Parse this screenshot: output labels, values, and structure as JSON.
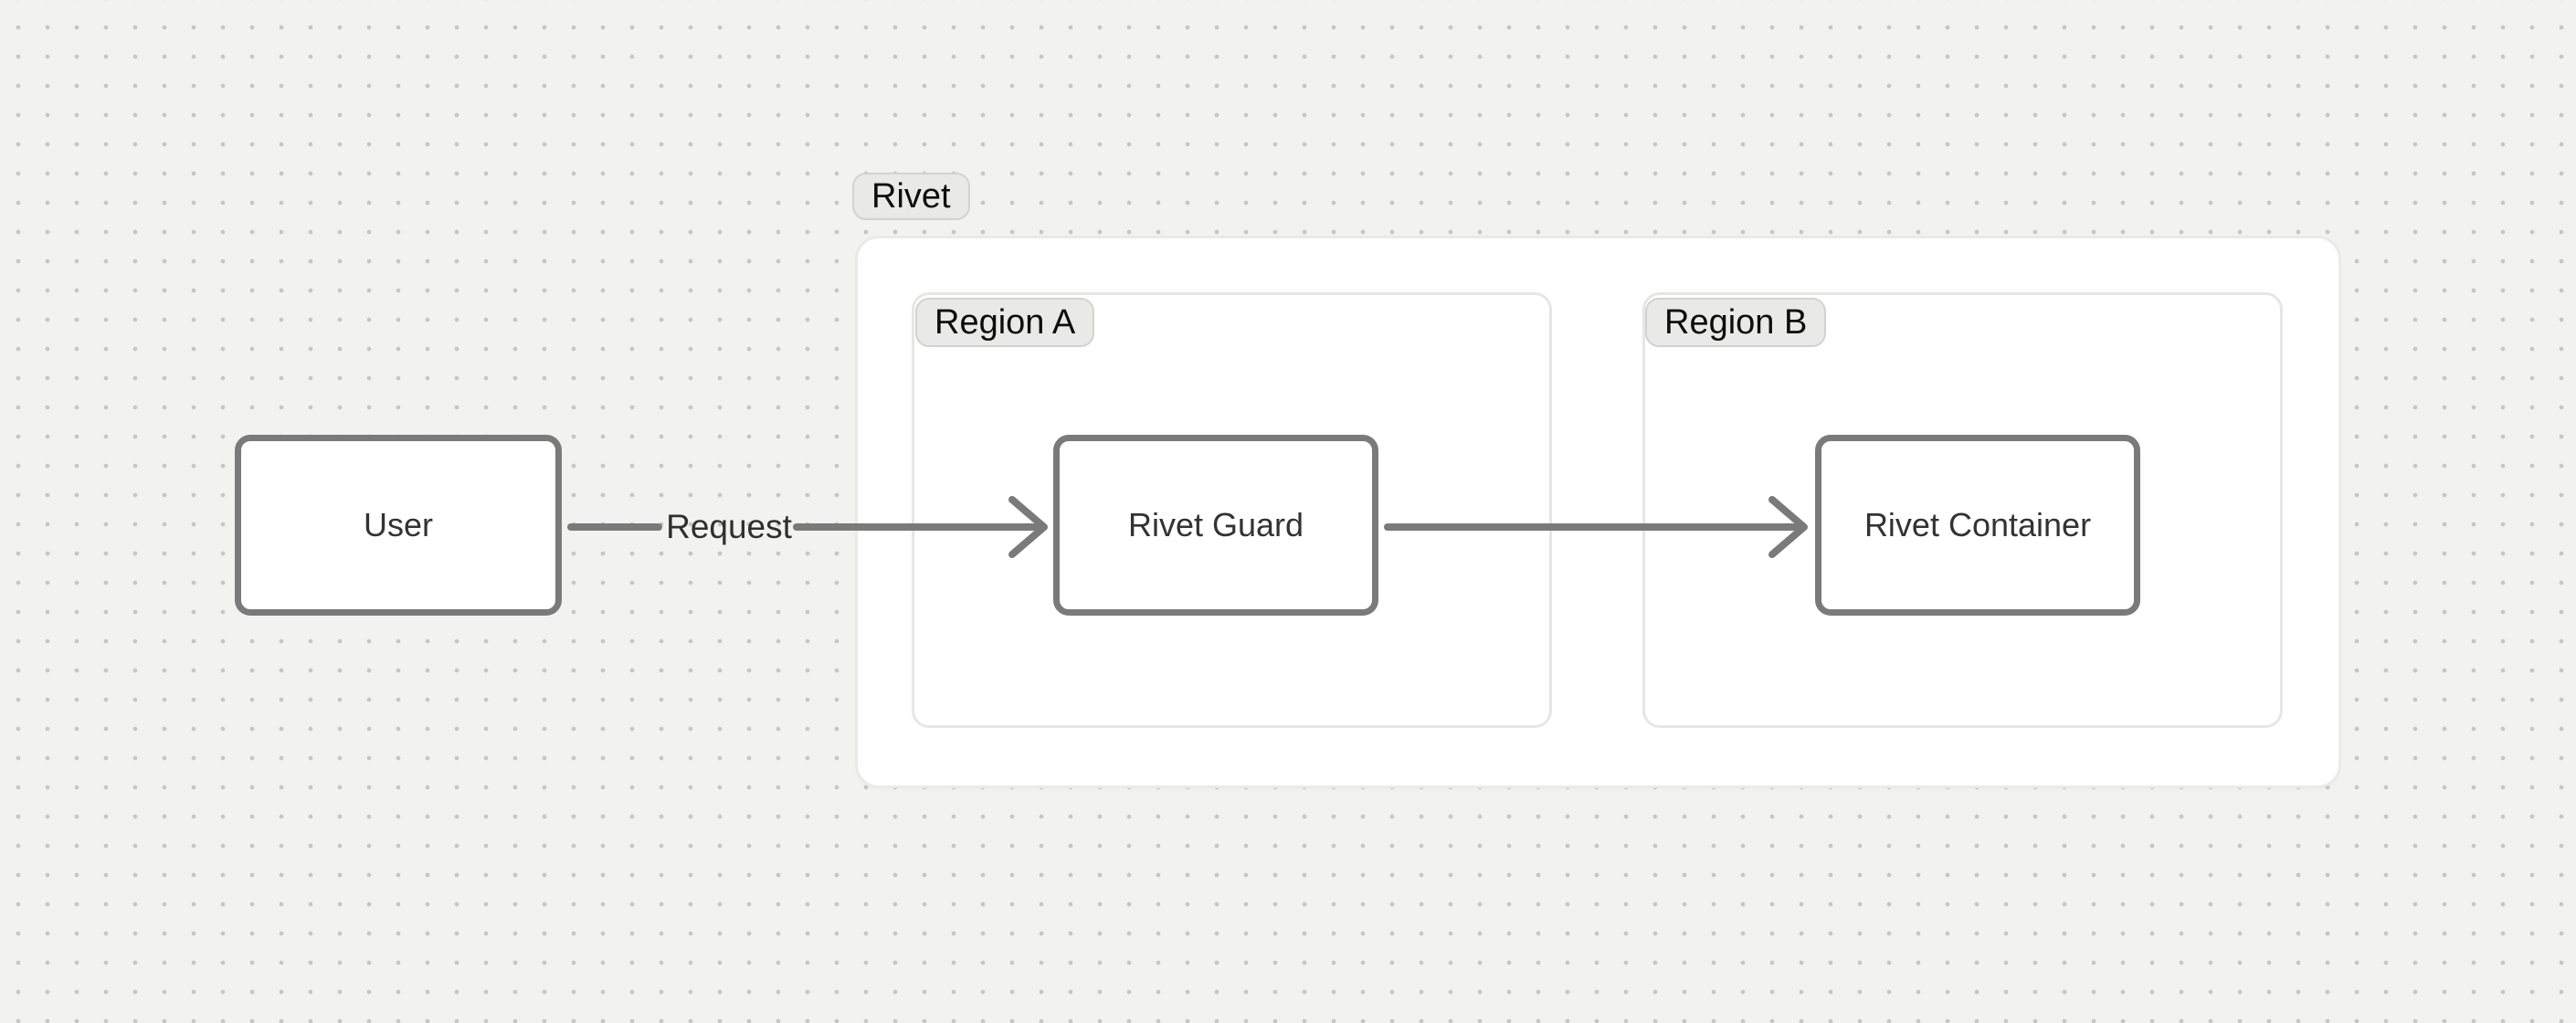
{
  "canvas": {
    "background_color": "#f2f2f1",
    "dot_color": "#c6c6c5"
  },
  "groups": {
    "rivet": {
      "label": "Rivet"
    },
    "region_a": {
      "label": "Region A"
    },
    "region_b": {
      "label": "Region B"
    }
  },
  "nodes": {
    "user": {
      "label": "User"
    },
    "rivet_guard": {
      "label": "Rivet Guard"
    },
    "rivet_container": {
      "label": "Rivet Container"
    }
  },
  "edges": {
    "user_to_guard": {
      "label": "Request",
      "from": "User",
      "to": "Rivet Guard"
    },
    "guard_to_container": {
      "label": "",
      "from": "Rivet Guard",
      "to": "Rivet Container"
    }
  },
  "colors": {
    "edge_stroke": "#7a7a7a",
    "node_border": "#7a7a7a",
    "node_text": "#333333",
    "label_pill_bg": "#e9e9e8",
    "label_pill_border": "#d2d2d1",
    "group_fill": "#ffffff",
    "group_border": "#e6e6e5"
  }
}
